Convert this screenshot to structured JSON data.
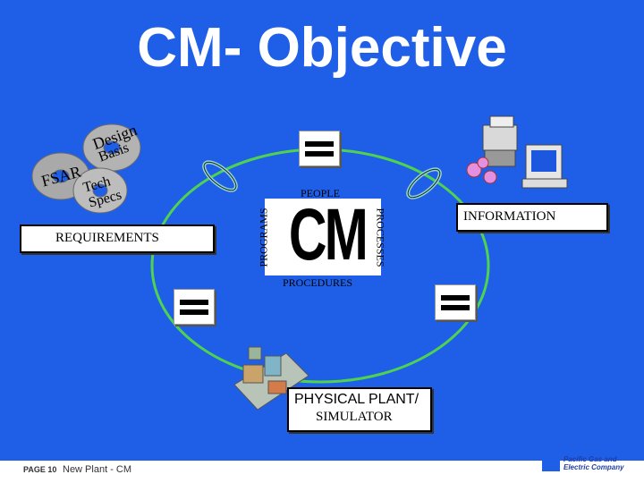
{
  "title": "CM- Objective",
  "center": {
    "label": "CM",
    "people": "PEOPLE",
    "procedures": "PROCEDURES",
    "programs": "PROGRAMS",
    "processes": "PROCESSES"
  },
  "boxes": {
    "requirements": "REQUIREMENTS",
    "information": "INFORMATION",
    "plant_line1": "PHYSICAL PLANT/",
    "plant_line2": "SIMULATOR"
  },
  "disks": {
    "fsar": "FSAR",
    "design_basis_1": "Design",
    "design_basis_2": "Basis",
    "tech_specs_1": "Tech",
    "tech_specs_2": "Specs"
  },
  "footer": {
    "page": "PAGE 10",
    "section": "New Plant - CM",
    "logo_line1": "Pacific Gas and",
    "logo_line2": "Electric Company"
  },
  "colors": {
    "background": "#1f5fe8",
    "ring": "#4fd24f",
    "arrow": "#8fd8d0"
  }
}
